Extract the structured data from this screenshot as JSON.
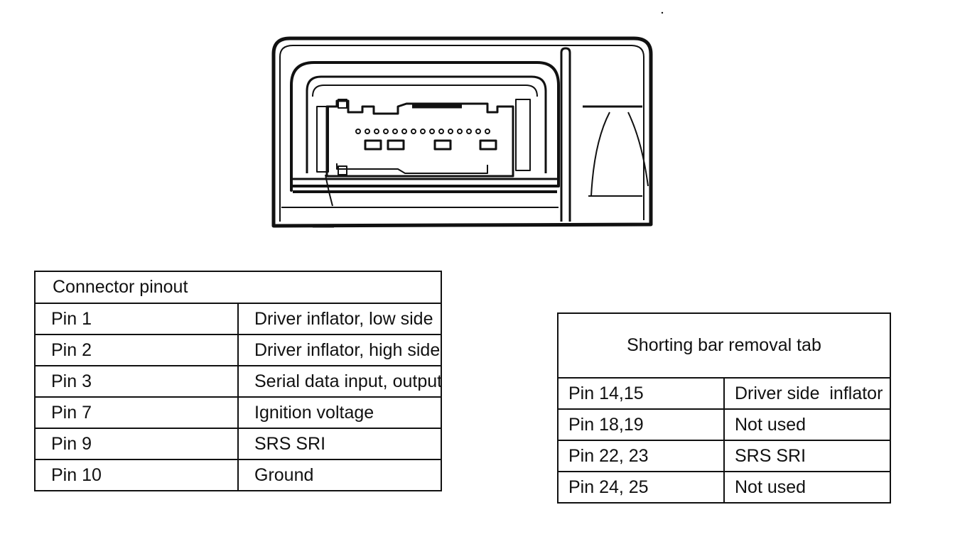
{
  "pinout": {
    "title": "Connector pinout",
    "rows": [
      {
        "pin": "Pin 1",
        "function": "Driver inflator, low side"
      },
      {
        "pin": "Pin 2",
        "function": "Driver inflator, high side"
      },
      {
        "pin": "Pin 3",
        "function": "Serial data input, output"
      },
      {
        "pin": "Pin 7",
        "function": "Ignition voltage"
      },
      {
        "pin": "Pin 9",
        "function": "SRS SRI"
      },
      {
        "pin": "Pin 10",
        "function": "Ground"
      }
    ]
  },
  "shorting_bar": {
    "title": "Shorting bar removal tab",
    "rows": [
      {
        "pin": "Pin 14,15",
        "function": "Driver side  inflator"
      },
      {
        "pin": "Pin 18,19",
        "function": "Not used"
      },
      {
        "pin": "Pin 22, 23",
        "function": "SRS SRI"
      },
      {
        "pin": "Pin 24, 25",
        "function": "Not used"
      }
    ]
  },
  "colors": {
    "ink": "#111111",
    "paper": "#ffffff"
  }
}
